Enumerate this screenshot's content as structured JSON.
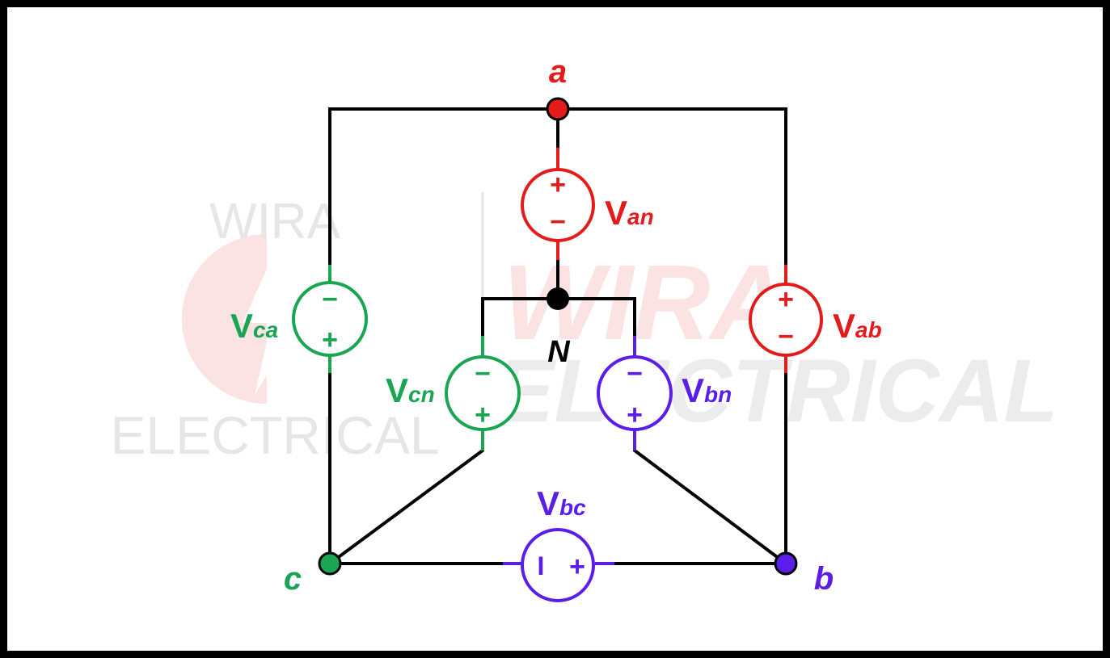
{
  "colors": {
    "phase_a": "#e31b1b",
    "phase_b": "#5a1ee8",
    "phase_c": "#1aa552",
    "wire": "#000000",
    "watermark": "#e6e6e6",
    "watermark_accent": "#fbe3e3"
  },
  "watermark": {
    "brand_top": "WIRA",
    "brand_bottom": "ELECTRICAL",
    "logo_top": "WIRA",
    "logo_bottom": "ELECTRICAL"
  },
  "nodes": {
    "a": "a",
    "b": "b",
    "c": "c",
    "n": "N"
  },
  "sources": {
    "van": {
      "main": "V",
      "sub": "an",
      "pos": "+",
      "neg": "−"
    },
    "vbn": {
      "main": "V",
      "sub": "bn",
      "pos": "+",
      "neg": "−"
    },
    "vcn": {
      "main": "V",
      "sub": "cn",
      "pos": "+",
      "neg": "−"
    },
    "vab": {
      "main": "V",
      "sub": "ab",
      "pos": "+",
      "neg": "−"
    },
    "vbc": {
      "main": "V",
      "sub": "bc",
      "pos": "+",
      "neg": "I"
    },
    "vca": {
      "main": "V",
      "sub": "ca",
      "pos": "+",
      "neg": "−"
    }
  }
}
